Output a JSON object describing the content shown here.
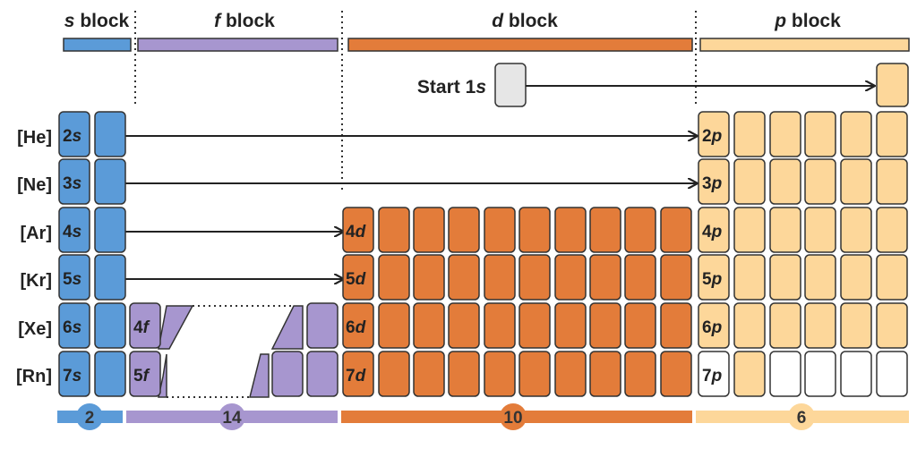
{
  "blocks": {
    "s": {
      "letter": "s",
      "word": "block",
      "color": "#5b9bd8",
      "count": "2"
    },
    "f": {
      "letter": "f",
      "word": "block",
      "color": "#a796cf",
      "count": "14"
    },
    "d": {
      "letter": "d",
      "word": "block",
      "color": "#e37c3a",
      "count": "10"
    },
    "p": {
      "letter": "p",
      "word": "block",
      "color": "#fdd79a",
      "count": "6"
    }
  },
  "start": {
    "word": "Start",
    "num": "1",
    "letter": "s"
  },
  "rows": [
    {
      "core": "[He]",
      "s": {
        "num": "2",
        "letter": "s"
      },
      "p": {
        "num": "2",
        "letter": "p"
      }
    },
    {
      "core": "[Ne]",
      "s": {
        "num": "3",
        "letter": "s"
      },
      "p": {
        "num": "3",
        "letter": "p"
      }
    },
    {
      "core": "[Ar]",
      "s": {
        "num": "4",
        "letter": "s"
      },
      "d": {
        "num": "4",
        "letter": "d"
      },
      "p": {
        "num": "4",
        "letter": "p"
      }
    },
    {
      "core": "[Kr]",
      "s": {
        "num": "5",
        "letter": "s"
      },
      "d": {
        "num": "5",
        "letter": "d"
      },
      "p": {
        "num": "5",
        "letter": "p"
      }
    },
    {
      "core": "[Xe]",
      "s": {
        "num": "6",
        "letter": "s"
      },
      "f": {
        "num": "4",
        "letter": "f"
      },
      "d": {
        "num": "6",
        "letter": "d"
      },
      "p": {
        "num": "6",
        "letter": "p"
      }
    },
    {
      "core": "[Rn]",
      "s": {
        "num": "7",
        "letter": "s"
      },
      "f": {
        "num": "5",
        "letter": "f"
      },
      "d": {
        "num": "7",
        "letter": "d"
      },
      "p": {
        "num": "7",
        "letter": "p"
      }
    }
  ],
  "colors": {
    "grey_box": "#e6e6e6",
    "empty_box": "#ffffff",
    "outline": "#333333",
    "arrow": "#222222"
  }
}
